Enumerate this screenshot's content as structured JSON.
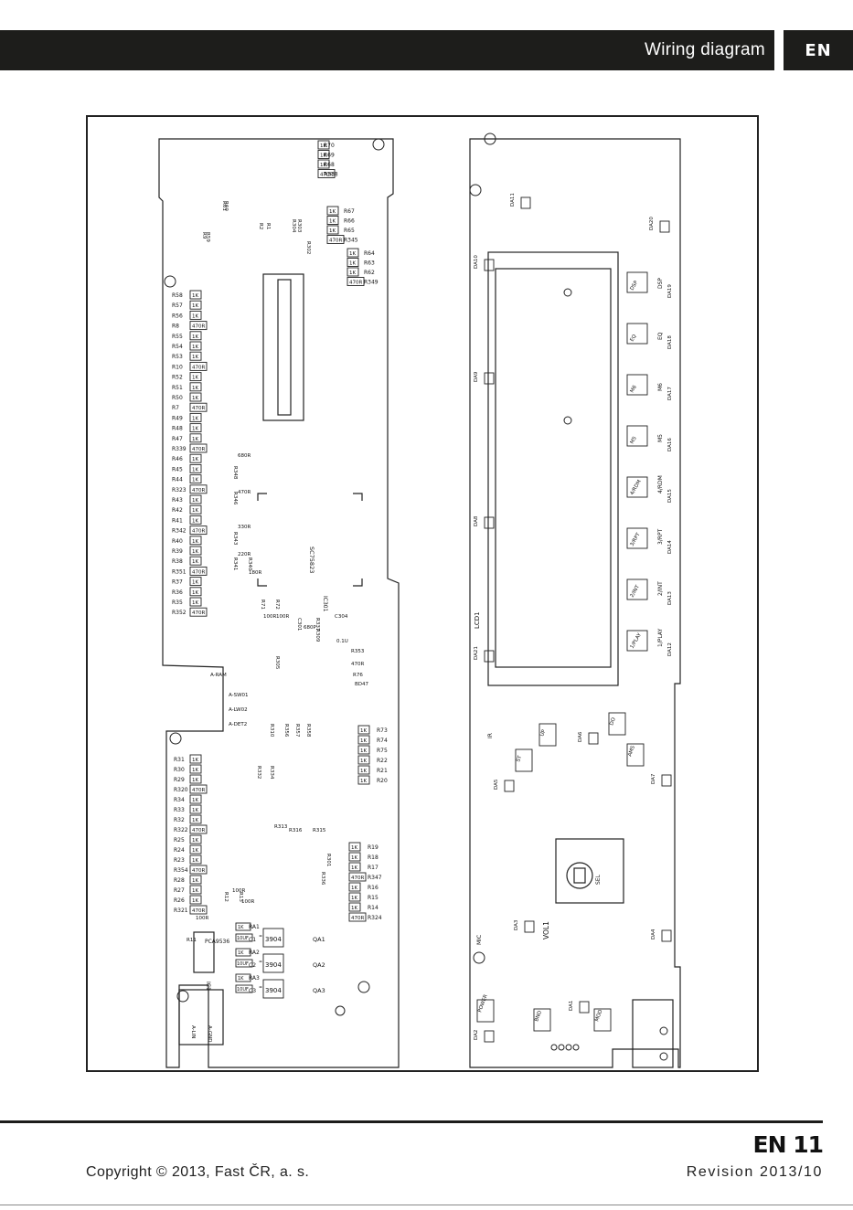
{
  "header": {
    "title": "Wiring diagram",
    "lang": "EN"
  },
  "footer": {
    "page": "EN 11",
    "copyright": "Copyright © 2013, Fast ČR, a. s.",
    "revision": "Revision 2013/10"
  },
  "left_board": {
    "top_resistors": [
      {
        "ref": "R70",
        "val": "1K"
      },
      {
        "ref": "R69",
        "val": "1K"
      },
      {
        "ref": "R68",
        "val": "1K"
      },
      {
        "ref": "R338",
        "val": "470R"
      }
    ],
    "mid_resistors": [
      {
        "ref": "R67",
        "val": "1K"
      },
      {
        "ref": "R66",
        "val": "1K"
      },
      {
        "ref": "R65",
        "val": "1K"
      },
      {
        "ref": "R345",
        "val": "470R"
      }
    ],
    "right_resistors": [
      {
        "ref": "R64",
        "val": "1K"
      },
      {
        "ref": "R63",
        "val": "1K"
      },
      {
        "ref": "R62",
        "val": "1K"
      },
      {
        "ref": "R349",
        "val": "470R"
      }
    ],
    "left_column": [
      {
        "ref": "R58",
        "val": "1K"
      },
      {
        "ref": "R57",
        "val": "1K"
      },
      {
        "ref": "R56",
        "val": "1K"
      },
      {
        "ref": "R8",
        "val": "470R"
      },
      {
        "ref": "R55",
        "val": "1K"
      },
      {
        "ref": "R54",
        "val": "1K"
      },
      {
        "ref": "R53",
        "val": "1K"
      },
      {
        "ref": "R10",
        "val": "470R"
      },
      {
        "ref": "R52",
        "val": "1K"
      },
      {
        "ref": "R51",
        "val": "1K"
      },
      {
        "ref": "R50",
        "val": "1K"
      },
      {
        "ref": "R7",
        "val": "470R"
      },
      {
        "ref": "R49",
        "val": "1K"
      },
      {
        "ref": "R48",
        "val": "1K"
      },
      {
        "ref": "R47",
        "val": "1K"
      },
      {
        "ref": "R339",
        "val": "470R"
      },
      {
        "ref": "R46",
        "val": "1K"
      },
      {
        "ref": "R45",
        "val": "1K"
      },
      {
        "ref": "R44",
        "val": "1K"
      },
      {
        "ref": "R323",
        "val": "470R"
      },
      {
        "ref": "R43",
        "val": "1K"
      },
      {
        "ref": "R42",
        "val": "1K"
      },
      {
        "ref": "R41",
        "val": "1K"
      },
      {
        "ref": "R342",
        "val": "470R"
      },
      {
        "ref": "R40",
        "val": "1K"
      },
      {
        "ref": "R39",
        "val": "1K"
      },
      {
        "ref": "R38",
        "val": "1K"
      },
      {
        "ref": "R351",
        "val": "470R"
      },
      {
        "ref": "R37",
        "val": "1K"
      },
      {
        "ref": "R36",
        "val": "1K"
      },
      {
        "ref": "R35",
        "val": "1K"
      },
      {
        "ref": "R352",
        "val": "470R"
      }
    ],
    "lower_left_column": [
      {
        "ref": "R31",
        "val": "1K"
      },
      {
        "ref": "R30",
        "val": "1K"
      },
      {
        "ref": "R29",
        "val": "1K"
      },
      {
        "ref": "R320",
        "val": "470R"
      },
      {
        "ref": "R34",
        "val": "1K"
      },
      {
        "ref": "R33",
        "val": "1K"
      },
      {
        "ref": "R32",
        "val": "1K"
      },
      {
        "ref": "R322",
        "val": "470R"
      },
      {
        "ref": "R25",
        "val": "1K"
      },
      {
        "ref": "R24",
        "val": "1K"
      },
      {
        "ref": "R23",
        "val": "1K"
      },
      {
        "ref": "R354",
        "val": "470R"
      },
      {
        "ref": "R28",
        "val": "1K"
      },
      {
        "ref": "R27",
        "val": "1K"
      },
      {
        "ref": "R26",
        "val": "1K"
      },
      {
        "ref": "R321",
        "val": "470R"
      }
    ],
    "lower_right_column": [
      {
        "ref": "R73",
        "val": "1K"
      },
      {
        "ref": "R74",
        "val": "1K"
      },
      {
        "ref": "R75",
        "val": "1K"
      },
      {
        "ref": "R22",
        "val": "1K"
      },
      {
        "ref": "R21",
        "val": "1K"
      },
      {
        "ref": "R20",
        "val": "1K"
      },
      {
        "ref": "R19",
        "val": "1K"
      },
      {
        "ref": "R18",
        "val": "1K"
      },
      {
        "ref": "R17",
        "val": "1K"
      },
      {
        "ref": "R347",
        "val": "470R"
      },
      {
        "ref": "R16",
        "val": "1K"
      },
      {
        "ref": "R15",
        "val": "1K"
      },
      {
        "ref": "R14",
        "val": "1K"
      },
      {
        "ref": "R324",
        "val": "470R"
      }
    ],
    "ic_label": "SC75823",
    "ic_ref": "IC301",
    "qa": [
      {
        "ref": "QA1",
        "val": "3904",
        "cap": "C1",
        "cap_val": "10UF",
        "ra": "RA1"
      },
      {
        "ref": "QA2",
        "val": "3904",
        "cap": "C2",
        "cap_val": "10UF",
        "ra": "RA2"
      },
      {
        "ref": "QA3",
        "val": "3904",
        "cap": "C3",
        "cap_val": "10UF",
        "ra": "RA3"
      }
    ],
    "ic1_label": "PCA9536",
    "ic1_ref": "IC1",
    "misc_labels": [
      "R348",
      "680R",
      "R346",
      "470R",
      "R343",
      "330R",
      "R341",
      "220R",
      "R340",
      "180R",
      "R71",
      "100R",
      "R72",
      "100R",
      "C304",
      "0.1U",
      "R353",
      "470R",
      "R76",
      "BD47",
      "R305",
      "C301",
      "680P",
      "R337",
      "R309",
      "A-RAM",
      "A-SW01",
      "A-LW02",
      "A-DET2",
      "R310",
      "R356",
      "R357",
      "R358",
      "R332",
      "R334",
      "R313",
      "R316",
      "R315",
      "R11",
      "100R",
      "R12",
      "100R",
      "R13",
      "100R",
      "R336",
      "R301",
      "R2",
      "R1",
      "R59",
      "R9",
      "R60",
      "R61",
      "R304",
      "R303",
      "R302",
      "A-LIN",
      "A-GND"
    ]
  },
  "right_board": {
    "lcd_label": "LCD1",
    "buttons": [
      {
        "name": "DSP",
        "da": "DA19"
      },
      {
        "name": "EQ",
        "da": "DA18"
      },
      {
        "name": "M6",
        "da": "DA17"
      },
      {
        "name": "M5",
        "da": "DA16"
      },
      {
        "name": "4/RDM",
        "da": "DA15"
      },
      {
        "name": "3/RPT",
        "da": "DA14"
      },
      {
        "name": "2/INT",
        "da": "DA13"
      },
      {
        "name": "1/PLAY",
        "da": "DA12"
      }
    ],
    "da_labels": [
      "DA11",
      "DA20",
      "DA10",
      "DA9",
      "DA8",
      "DA21",
      "DA6",
      "DA5",
      "DA7",
      "DA3",
      "DA4",
      "DA1",
      "DA2"
    ],
    "lower_buttons": [
      "UP",
      "DO",
      "AMS",
      "ST",
      "BND",
      "MOD",
      "POWER"
    ],
    "ir_label": "IR",
    "vol_label": "VOL1",
    "sel_label": "SEL",
    "mic_label": "MIC"
  }
}
